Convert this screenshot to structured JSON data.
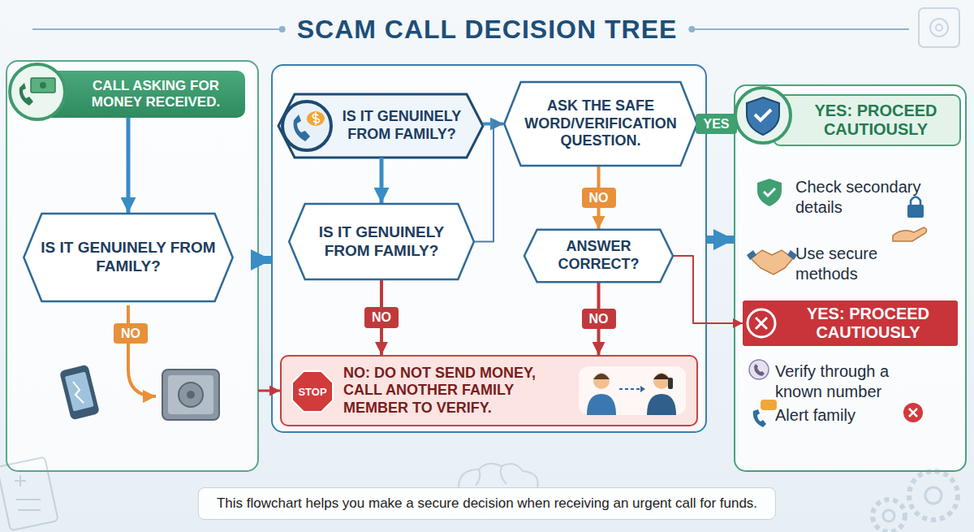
{
  "diagram": {
    "title": "SCAM CALL DECISION TREE",
    "caption": "This flowchart helps you make a secure decision when receiving an urgent call for funds.",
    "nodes": [
      {
        "text": [
          "CALL ASKING FOR MONEY RECEIVED."
        ]
      },
      {
        "text": [
          "IS IT GENUINELY FROM FAMILY?"
        ],
        "in": 0
      },
      {
        "text": [
          "IS IT GENUINELY FROM FAMILY?"
        ]
      },
      {
        "text": [
          "IS IT GENUINELY FROM FAMILY?"
        ],
        "in": 2
      },
      {
        "text": [
          "STOP",
          "NO: DO NOT SEND MONEY, CALL ANOTHER FAMILY MEMBER TO VERIFY."
        ],
        "in": 2
      },
      {
        "text": [
          "ASK THE SAFE WORD/VERIFICATION QUESTION."
        ],
        "in": 2
      },
      {
        "text": [
          "ANSWER CORRECT?"
        ],
        "in": 2
      },
      {
        "text": [
          "YES: PROCEED CAUTIOUSLY",
          "Check secondary details",
          "Use secure methods"
        ]
      },
      {
        "text": [
          "YES: PROCEED CAUTIOUSLY",
          "Verify through a known number",
          "Alert family"
        ],
        "in": 7
      }
    ],
    "edges": [
      {
        "from": 0,
        "to": 1,
        "arrow": "to"
      },
      {
        "from": 0,
        "to": 2,
        "arrow": "to"
      },
      {
        "from": 2,
        "to": 3,
        "arrow": "to"
      },
      {
        "from": 2,
        "to": 5,
        "arrow": "to"
      },
      {
        "from": 3,
        "to": 5,
        "arrow": "to"
      },
      {
        "from": 3,
        "to": 4,
        "label": "NO",
        "arrow": "to"
      },
      {
        "from": 5,
        "to": 6,
        "label": "NO",
        "arrow": "to"
      },
      {
        "from": 6,
        "to": 4,
        "label": "NO",
        "arrow": "to"
      },
      {
        "from": 5,
        "to": 7,
        "label": "YES",
        "arrow": "to"
      },
      {
        "from": 6,
        "to": 8,
        "arrow": "to"
      },
      {
        "from": 2,
        "to": 7,
        "arrow": "to"
      },
      {
        "from": 0,
        "to": 4,
        "arrow": "to"
      }
    ],
    "labels": [
      "NO"
    ]
  }
}
